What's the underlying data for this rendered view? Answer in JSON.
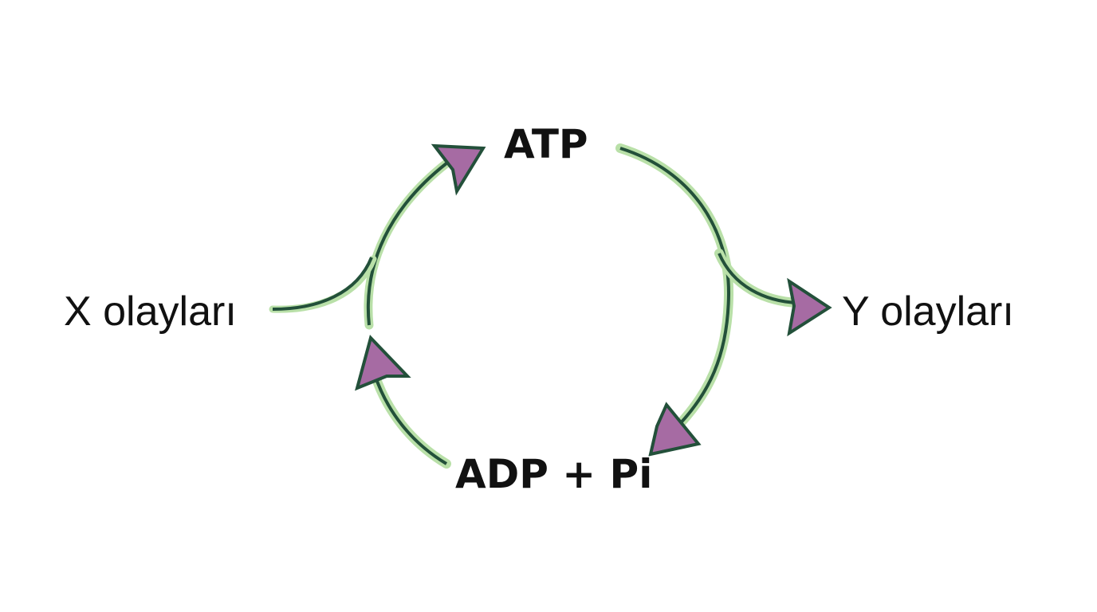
{
  "labels": {
    "atp": "ATP",
    "adp": "ADP + Pi",
    "x_events": "X olayları",
    "y_events": "Y olayları"
  },
  "colors": {
    "outline": "#23503a",
    "highlight": "#b9e0a8",
    "arrowhead_fill": "#a66ba3",
    "text": "#111111",
    "background": "#ffffff"
  }
}
